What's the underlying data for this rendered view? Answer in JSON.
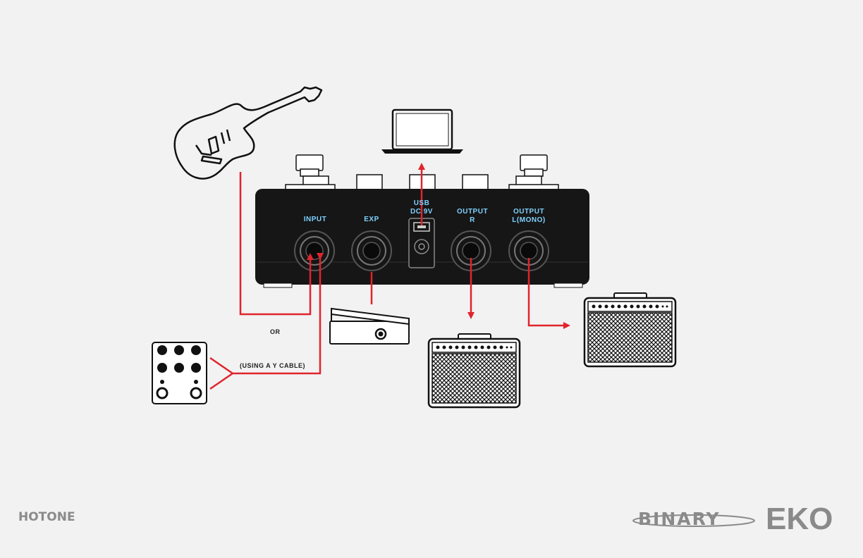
{
  "device": {
    "jacks": {
      "input": "INPUT",
      "exp": "EXP",
      "usb_dc": "USB\nDC 9V",
      "output_r": "OUTPUT\nR",
      "output_l": "OUTPUT\nL(MONO)"
    }
  },
  "captions": {
    "or": "OR",
    "y_cable": "(USING A Y CABLE)"
  },
  "brands": {
    "left": "HOTONE",
    "right_product": "BINARY",
    "right_model": "EKO"
  },
  "colors": {
    "cable": "#e0242b",
    "device_body": "#161616",
    "jack_label": "#7fd1ff",
    "logo": "#8a8a8a"
  },
  "icons": [
    "electric-guitar-icon",
    "laptop-icon",
    "expression-pedal-icon",
    "effects-pedal-icon",
    "guitar-amplifier-icon"
  ]
}
